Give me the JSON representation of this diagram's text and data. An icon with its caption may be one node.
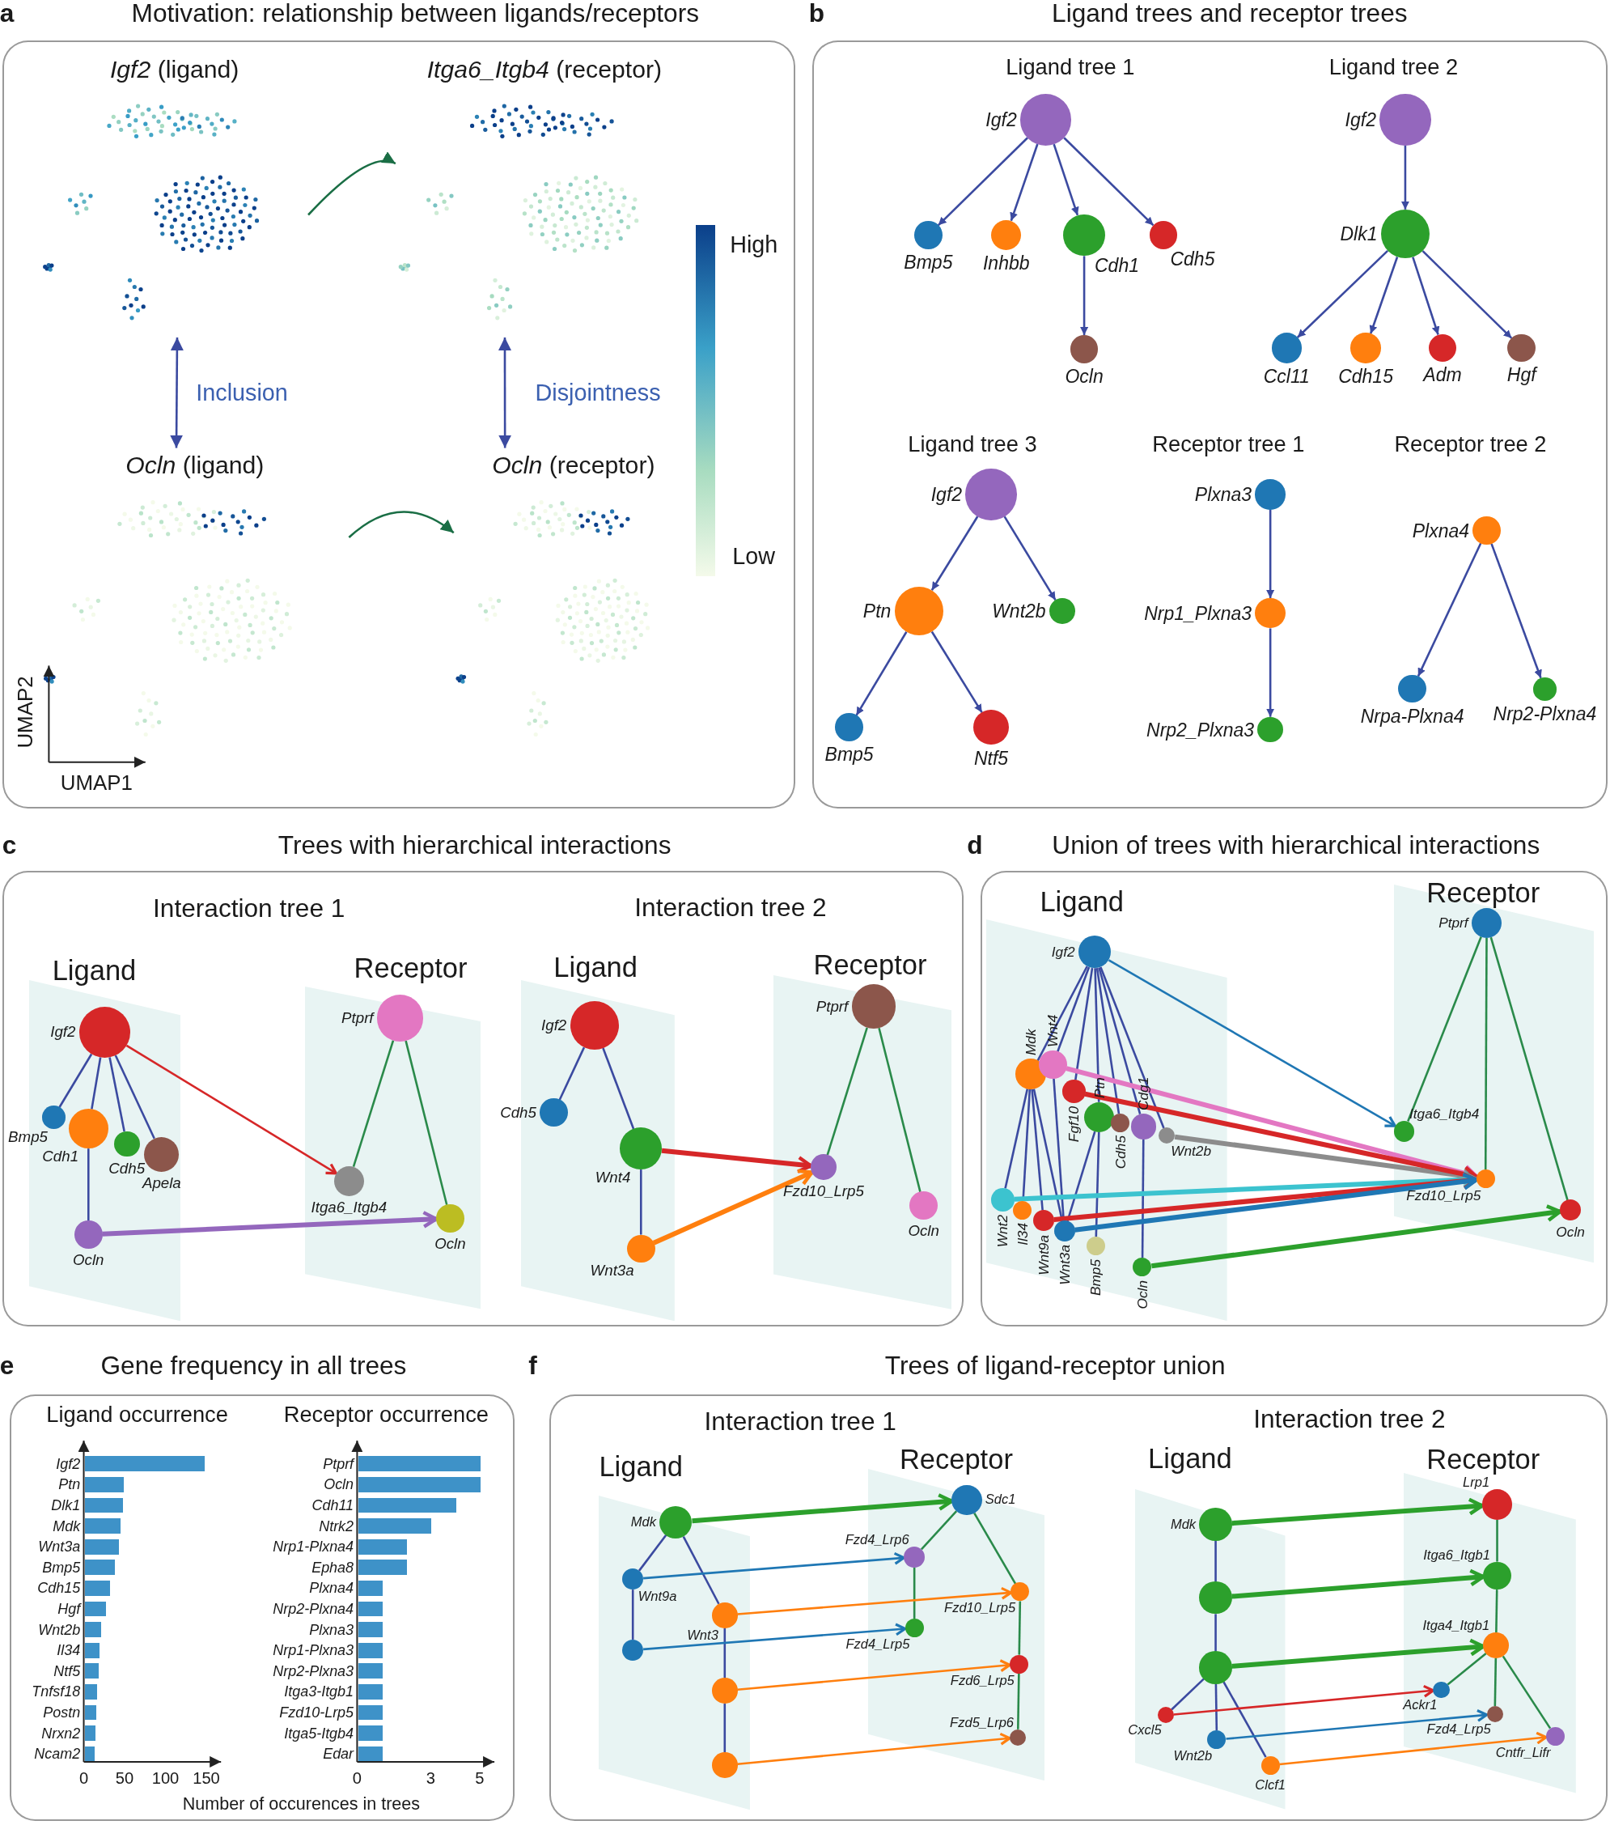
{
  "diagram": {
    "nodes": [
      {
        "text": [
          "Motivation: relationship between ligands/receptors"
        ]
      },
      {
        "text": [
          "*Igf2* (ligand)"
        ],
        "in": 0
      },
      {
        "text": [
          "*Itga6_Itgb4* (receptor)"
        ],
        "in": 0
      },
      {
        "text": [
          "*Ocln* (ligand)"
        ],
        "in": 0
      },
      {
        "text": [
          "*Ocln* (receptor)"
        ],
        "in": 0
      },
      {
        "text": [
          "Ligand trees and receptor trees"
        ]
      },
      {
        "text": [],
        "shape": "circle",
        "beside": [
          "Igf2"
        ],
        "in": 5
      },
      {
        "text": [],
        "shape": "circle",
        "beside": [
          "Bmp5"
        ],
        "in": 5
      },
      {
        "text": [],
        "shape": "circle",
        "beside": [
          "Inhbb"
        ],
        "in": 5
      },
      {
        "text": [],
        "shape": "circle",
        "beside": [
          "Cdh1"
        ],
        "in": 5
      },
      {
        "text": [],
        "shape": "circle",
        "beside": [
          "Cdh5"
        ],
        "in": 5
      },
      {
        "text": [],
        "shape": "circle",
        "beside": [
          "Ocln"
        ],
        "in": 5
      },
      {
        "text": [],
        "shape": "circle",
        "beside": [
          "Igf2"
        ],
        "in": 5
      },
      {
        "text": [],
        "shape": "circle",
        "beside": [
          "Dlk1"
        ],
        "in": 5
      },
      {
        "text": [],
        "shape": "circle",
        "beside": [
          "Ccl11"
        ],
        "in": 5
      },
      {
        "text": [],
        "shape": "circle",
        "beside": [
          "Cdh15"
        ],
        "in": 5
      },
      {
        "text": [],
        "shape": "circle",
        "beside": [
          "Adm"
        ],
        "in": 5
      },
      {
        "text": [],
        "shape": "circle",
        "beside": [
          "Hgf"
        ],
        "in": 5
      },
      {
        "text": [],
        "shape": "circle",
        "beside": [
          "Igf2"
        ],
        "in": 5
      },
      {
        "text": [],
        "shape": "circle",
        "beside": [
          "Ptn"
        ],
        "in": 5
      },
      {
        "text": [],
        "shape": "circle",
        "beside": [
          "Wnt2b"
        ],
        "in": 5
      },
      {
        "text": [],
        "shape": "circle",
        "beside": [
          "Bmp5"
        ],
        "in": 5
      },
      {
        "text": [],
        "shape": "circle",
        "beside": [
          "Ntf5"
        ],
        "in": 5
      },
      {
        "text": [],
        "shape": "circle",
        "beside": [
          "Plxna3"
        ],
        "in": 5
      },
      {
        "text": [],
        "shape": "circle",
        "beside": [
          "Nrp1_Plxna3"
        ],
        "in": 5
      },
      {
        "text": [],
        "shape": "circle",
        "beside": [
          "Nrp2_Plxna3"
        ],
        "in": 5
      },
      {
        "text": [],
        "shape": "circle",
        "beside": [
          "Plxna4"
        ],
        "in": 5
      },
      {
        "text": [],
        "shape": "circle",
        "beside": [
          "Nrpa-Plxna4"
        ],
        "in": 5
      },
      {
        "text": [],
        "shape": "circle",
        "beside": [
          "Nrp2-Plxna4"
        ],
        "in": 5
      },
      {
        "text": [
          "Trees with hierarchical interactions"
        ]
      },
      {
        "text": [
          "Ligand"
        ],
        "in": 29
      },
      {
        "text": [
          "Receptor"
        ],
        "in": 29
      },
      {
        "text": [
          "Ligand"
        ],
        "in": 29
      },
      {
        "text": [
          "Receptor"
        ],
        "in": 29
      },
      {
        "text": [],
        "shape": "circle",
        "beside": [
          "Igf2"
        ],
        "in": 30
      },
      {
        "text": [],
        "shape": "circle",
        "beside": [
          "Bmp5"
        ],
        "in": 30
      },
      {
        "text": [],
        "shape": "circle",
        "beside": [
          "Cdh1"
        ],
        "in": 30
      },
      {
        "text": [],
        "shape": "circle",
        "beside": [
          "Cdh5"
        ],
        "in": 30
      },
      {
        "text": [],
        "shape": "circle",
        "beside": [
          "Apela"
        ],
        "in": 30
      },
      {
        "text": [],
        "shape": "circle",
        "beside": [
          "Ocln"
        ],
        "in": 30
      },
      {
        "text": [],
        "shape": "circle",
        "beside": [
          "Ptprf"
        ],
        "in": 31
      },
      {
        "text": [],
        "shape": "circle",
        "beside": [
          "Itga6_Itgb4"
        ],
        "in": 31
      },
      {
        "text": [],
        "shape": "circle",
        "beside": [
          "Ocln"
        ],
        "in": 31
      },
      {
        "text": [],
        "shape": "circle",
        "beside": [
          "Igf2"
        ],
        "in": 32
      },
      {
        "text": [],
        "shape": "circle",
        "beside": [
          "Cdh5"
        ],
        "in": 32
      },
      {
        "text": [],
        "shape": "circle",
        "beside": [
          "Wnt4"
        ],
        "in": 32
      },
      {
        "text": [],
        "shape": "circle",
        "beside": [
          "Wnt3a"
        ],
        "in": 32
      },
      {
        "text": [],
        "shape": "circle",
        "beside": [
          "Ptprf"
        ],
        "in": 33
      },
      {
        "text": [],
        "shape": "circle",
        "beside": [
          "Fzd10_Lrp5"
        ],
        "in": 33
      },
      {
        "text": [],
        "shape": "circle",
        "beside": [
          "Ocln"
        ],
        "in": 33
      },
      {
        "text": [
          "Union of trees with hierarchical interactions"
        ]
      },
      {
        "text": [
          "Ligand"
        ],
        "in": 50
      },
      {
        "text": [
          "Receptor"
        ],
        "in": 50
      },
      {
        "text": [],
        "shape": "circle",
        "beside": [
          "Igf2"
        ],
        "in": 51
      },
      {
        "text": [],
        "shape": "circle",
        "beside": [
          "Mdk"
        ],
        "in": 51
      },
      {
        "text": [],
        "shape": "circle",
        "beside": [
          "Wnt4"
        ],
        "in": 51
      },
      {
        "text": [],
        "shape": "circle",
        "beside": [
          "Fgf10"
        ],
        "in": 51
      },
      {
        "text": [],
        "shape": "circle",
        "beside": [
          "Ptn"
        ],
        "in": 51
      },
      {
        "text": [],
        "shape": "circle",
        "beside": [
          "Cdh5"
        ],
        "in": 51
      },
      {
        "text": [],
        "shape": "circle",
        "beside": [
          "Cdg1"
        ],
        "in": 51
      },
      {
        "text": [],
        "shape": "circle",
        "beside": [
          "Wnt2b"
        ],
        "in": 51
      },
      {
        "text": [],
        "shape": "circle",
        "beside": [
          "Wnt2"
        ],
        "in": 51
      },
      {
        "text": [],
        "shape": "circle",
        "beside": [
          "Il34"
        ],
        "in": 51
      },
      {
        "text": [],
        "shape": "circle",
        "beside": [
          "Wnt9a"
        ],
        "in": 51
      },
      {
        "text": [],
        "shape": "circle",
        "beside": [
          "Wnt3a"
        ],
        "in": 51
      },
      {
        "text": [],
        "shape": "circle",
        "beside": [
          "Bmp5"
        ],
        "in": 51
      },
      {
        "text": [],
        "shape": "circle",
        "beside": [
          "Ocln"
        ],
        "in": 51
      },
      {
        "text": [],
        "shape": "circle",
        "beside": [
          "Ptprf"
        ],
        "in": 52
      },
      {
        "text": [],
        "shape": "circle",
        "beside": [
          "Itga6_Itgb4"
        ],
        "in": 52
      },
      {
        "text": [],
        "shape": "circle",
        "beside": [
          "Fzd10_Lrp5"
        ],
        "in": 52
      },
      {
        "text": [],
        "shape": "circle",
        "beside": [
          "Ocln"
        ],
        "in": 52
      },
      {
        "text": [
          "Gene frequency in all trees"
        ]
      },
      {
        "text": [
          "Trees of ligand-receptor union"
        ]
      },
      {
        "text": [
          "Ligand"
        ],
        "in": 72
      },
      {
        "text": [
          "Receptor"
        ],
        "in": 72
      },
      {
        "text": [
          "Ligand"
        ],
        "in": 72
      },
      {
        "text": [
          "Receptor"
        ],
        "in": 72
      },
      {
        "text": [],
        "shape": "circle",
        "beside": [
          "Mdk"
        ],
        "in": 73
      },
      {
        "text": [],
        "shape": "circle",
        "beside": [
          "Wnt9a"
        ],
        "in": 73
      },
      {
        "text": [],
        "shape": "circle",
        "beside": [
          "Wnt3"
        ],
        "in": 73
      },
      {
        "text": [],
        "shape": "circle",
        "in": 73
      },
      {
        "text": [],
        "shape": "circle",
        "in": 73
      },
      {
        "text": [],
        "shape": "circle",
        "in": 73
      },
      {
        "text": [],
        "shape": "circle",
        "beside": [
          "Sdc1"
        ],
        "in": 74
      },
      {
        "text": [],
        "shape": "circle",
        "beside": [
          "Fzd4_Lrp6"
        ],
        "in": 74
      },
      {
        "text": [],
        "shape": "circle",
        "beside": [
          "Fzd10_Lrp5"
        ],
        "in": 74
      },
      {
        "text": [],
        "shape": "circle",
        "beside": [
          "Fzd4_Lrp5"
        ],
        "in": 74
      },
      {
        "text": [],
        "shape": "circle",
        "beside": [
          "Fzd6_Lrp5"
        ],
        "in": 74
      },
      {
        "text": [],
        "shape": "circle",
        "beside": [
          "Fzd5_Lrp6"
        ],
        "in": 74
      },
      {
        "text": [],
        "shape": "circle",
        "beside": [
          "Mdk"
        ],
        "in": 75
      },
      {
        "text": [],
        "shape": "circle",
        "in": 75
      },
      {
        "text": [],
        "shape": "circle",
        "in": 75
      },
      {
        "text": [],
        "shape": "circle",
        "beside": [
          "Cxcl5"
        ],
        "in": 75
      },
      {
        "text": [],
        "shape": "circle",
        "beside": [
          "Wnt2b"
        ],
        "in": 75
      },
      {
        "text": [],
        "shape": "circle",
        "beside": [
          "Clcf1"
        ],
        "in": 75
      },
      {
        "text": [],
        "shape": "circle",
        "beside": [
          "Lrp1"
        ],
        "in": 76
      },
      {
        "text": [],
        "shape": "circle",
        "beside": [
          "Itga6_Itgb1"
        ],
        "in": 76
      },
      {
        "text": [],
        "shape": "circle",
        "beside": [
          "Itga4_Itgb1"
        ],
        "in": 76
      },
      {
        "text": [],
        "shape": "circle",
        "beside": [
          "Ackr1"
        ],
        "in": 76
      },
      {
        "text": [],
        "shape": "circle",
        "beside": [
          "Fzd4_Lrp5"
        ],
        "in": 76
      },
      {
        "text": [],
        "shape": "circle",
        "beside": [
          "Cntfr_Lifr"
        ],
        "in": 76
      }
    ],
    "edges": [
      {
        "from": 1,
        "to": 2,
        "arrow": "to",
        "color": "#1a6e45"
      },
      {
        "from": 3,
        "to": 4,
        "arrow": "to",
        "color": "#1a6e45"
      },
      {
        "from": 1,
        "to": 3,
        "arrow": "both",
        "label": "Inclusion"
      },
      {
        "from": 2,
        "to": 4,
        "arrow": "both",
        "label": "Disjointness"
      },
      {
        "from": 6,
        "to": 7,
        "arrow": "to"
      },
      {
        "from": 6,
        "to": 8,
        "arrow": "to"
      },
      {
        "from": 6,
        "to": 9,
        "arrow": "to"
      },
      {
        "from": 6,
        "to": 10,
        "arrow": "to"
      },
      {
        "from": 9,
        "to": 11,
        "arrow": "to"
      },
      {
        "from": 12,
        "to": 13,
        "arrow": "to"
      },
      {
        "from": 13,
        "to": 14,
        "arrow": "to"
      },
      {
        "from": 13,
        "to": 15,
        "arrow": "to"
      },
      {
        "from": 13,
        "to": 16,
        "arrow": "to"
      },
      {
        "from": 13,
        "to": 17,
        "arrow": "to"
      },
      {
        "from": 18,
        "to": 19,
        "arrow": "to"
      },
      {
        "from": 18,
        "to": 20,
        "arrow": "to"
      },
      {
        "from": 19,
        "to": 21,
        "arrow": "to"
      },
      {
        "from": 19,
        "to": 22,
        "arrow": "to"
      },
      {
        "from": 23,
        "to": 24,
        "arrow": "to"
      },
      {
        "from": 24,
        "to": 25,
        "arrow": "to"
      },
      {
        "from": 26,
        "to": 27,
        "arrow": "to"
      },
      {
        "from": 26,
        "to": 28,
        "arrow": "to"
      },
      {
        "from": 34,
        "to": 35,
        "arrow": "none"
      },
      {
        "from": 34,
        "to": 36,
        "arrow": "none"
      },
      {
        "from": 34,
        "to": 37,
        "arrow": "none"
      },
      {
        "from": 34,
        "to": 38,
        "arrow": "none"
      },
      {
        "from": 36,
        "to": 39,
        "arrow": "none"
      },
      {
        "from": 40,
        "to": 41,
        "arrow": "none",
        "color": "#2a8a4a"
      },
      {
        "from": 40,
        "to": 42,
        "arrow": "none",
        "color": "#2a8a4a"
      },
      {
        "from": 34,
        "to": 41,
        "arrow": "to",
        "color": "#d62728"
      },
      {
        "from": 39,
        "to": 42,
        "arrow": "to",
        "style": "thick",
        "color": "#9467bd"
      },
      {
        "from": 43,
        "to": 44,
        "arrow": "none"
      },
      {
        "from": 43,
        "to": 45,
        "arrow": "none"
      },
      {
        "from": 45,
        "to": 46,
        "arrow": "none"
      },
      {
        "from": 47,
        "to": 48,
        "arrow": "none",
        "color": "#2a8a4a"
      },
      {
        "from": 47,
        "to": 49,
        "arrow": "none",
        "color": "#2a8a4a"
      },
      {
        "from": 45,
        "to": 48,
        "arrow": "to",
        "style": "thick",
        "color": "#d62728"
      },
      {
        "from": 46,
        "to": 48,
        "arrow": "to",
        "style": "thick",
        "color": "#ff7f0e"
      },
      {
        "from": 53,
        "to": 54,
        "arrow": "none"
      },
      {
        "from": 53,
        "to": 55,
        "arrow": "none"
      },
      {
        "from": 53,
        "to": 56,
        "arrow": "none"
      },
      {
        "from": 53,
        "to": 57,
        "arrow": "none"
      },
      {
        "from": 53,
        "to": 58,
        "arrow": "none"
      },
      {
        "from": 53,
        "to": 59,
        "arrow": "none"
      },
      {
        "from": 53,
        "to": 60,
        "arrow": "none"
      },
      {
        "from": 54,
        "to": 61,
        "arrow": "none"
      },
      {
        "from": 54,
        "to": 62,
        "arrow": "none"
      },
      {
        "from": 54,
        "to": 63,
        "arrow": "none"
      },
      {
        "from": 54,
        "to": 64,
        "arrow": "none"
      },
      {
        "from": 55,
        "to": 64,
        "arrow": "none"
      },
      {
        "from": 57,
        "to": 64,
        "arrow": "none"
      },
      {
        "from": 57,
        "to": 65,
        "arrow": "none"
      },
      {
        "from": 59,
        "to": 66,
        "arrow": "none"
      },
      {
        "from": 67,
        "to": 68,
        "arrow": "none",
        "color": "#2a8a4a"
      },
      {
        "from": 67,
        "to": 69,
        "arrow": "none",
        "color": "#2a8a4a"
      },
      {
        "from": 67,
        "to": 70,
        "arrow": "none",
        "color": "#2a8a4a"
      },
      {
        "from": 53,
        "to": 68,
        "arrow": "to",
        "color": "#1f77b4"
      },
      {
        "from": 55,
        "to": 69,
        "arrow": "to",
        "style": "thick",
        "color": "#e377c2"
      },
      {
        "from": 60,
        "to": 69,
        "arrow": "to",
        "style": "thick",
        "color": "#8c8c8c"
      },
      {
        "from": 56,
        "to": 69,
        "arrow": "to",
        "style": "thick",
        "color": "#d62728"
      },
      {
        "from": 61,
        "to": 69,
        "arrow": "to",
        "style": "thick",
        "color": "#3cc3cf"
      },
      {
        "from": 63,
        "to": 69,
        "arrow": "to",
        "style": "thick",
        "color": "#d62728"
      },
      {
        "from": 64,
        "to": 69,
        "arrow": "to",
        "style": "thick",
        "color": "#1f77b4"
      },
      {
        "from": 66,
        "to": 70,
        "arrow": "to",
        "style": "thick",
        "color": "#2ca02c"
      },
      {
        "from": 77,
        "to": 78,
        "arrow": "none"
      },
      {
        "from": 77,
        "to": 79,
        "arrow": "none"
      },
      {
        "from": 78,
        "to": 80,
        "arrow": "none"
      },
      {
        "from": 79,
        "to": 81,
        "arrow": "none"
      },
      {
        "from": 81,
        "to": 82,
        "arrow": "none"
      },
      {
        "from": 83,
        "to": 84,
        "arrow": "none",
        "color": "#2a8a4a"
      },
      {
        "from": 83,
        "to": 85,
        "arrow": "none",
        "color": "#2a8a4a"
      },
      {
        "from": 84,
        "to": 86,
        "arrow": "none",
        "color": "#2a8a4a"
      },
      {
        "from": 85,
        "to": 87,
        "arrow": "none",
        "color": "#2a8a4a"
      },
      {
        "from": 87,
        "to": 88,
        "arrow": "none",
        "color": "#2a8a4a"
      },
      {
        "from": 77,
        "to": 83,
        "arrow": "to",
        "style": "thick",
        "color": "#2ca02c"
      },
      {
        "from": 78,
        "to": 84,
        "arrow": "to",
        "color": "#1f77b4"
      },
      {
        "from": 79,
        "to": 85,
        "arrow": "to",
        "color": "#ff7f0e"
      },
      {
        "from": 80,
        "to": 86,
        "arrow": "to",
        "color": "#1f77b4"
      },
      {
        "from": 81,
        "to": 87,
        "arrow": "to",
        "color": "#ff7f0e"
      },
      {
        "from": 82,
        "to": 88,
        "arrow": "to",
        "color": "#ff7f0e"
      },
      {
        "from": 89,
        "to": 90,
        "arrow": "none"
      },
      {
        "from": 90,
        "to": 91,
        "arrow": "none"
      },
      {
        "from": 91,
        "to": 92,
        "arrow": "none"
      },
      {
        "from": 91,
        "to": 93,
        "arrow": "none"
      },
      {
        "from": 91,
        "to": 94,
        "arrow": "none"
      },
      {
        "from": 95,
        "to": 96,
        "arrow": "none",
        "color": "#2a8a4a"
      },
      {
        "from": 96,
        "to": 97,
        "arrow": "none",
        "color": "#2a8a4a"
      },
      {
        "from": 97,
        "to": 98,
        "arrow": "none",
        "color": "#2a8a4a"
      },
      {
        "from": 97,
        "to": 99,
        "arrow": "none",
        "color": "#2a8a4a"
      },
      {
        "from": 97,
        "to": 100,
        "arrow": "none",
        "color": "#2a8a4a"
      },
      {
        "from": 89,
        "to": 95,
        "arrow": "to",
        "style": "thick",
        "color": "#2ca02c"
      },
      {
        "from": 90,
        "to": 96,
        "arrow": "to",
        "style": "thick",
        "color": "#2ca02c"
      },
      {
        "from": 91,
        "to": 97,
        "arrow": "to",
        "style": "thick",
        "color": "#2ca02c"
      },
      {
        "from": 92,
        "to": 98,
        "arrow": "to",
        "color": "#d62728"
      },
      {
        "from": 93,
        "to": 99,
        "arrow": "to",
        "color": "#1f77b4"
      },
      {
        "from": 94,
        "to": 100,
        "arrow": "to",
        "color": "#ff7f0e"
      }
    ],
    "labels": [
      "a",
      "b",
      "Ligand tree 1",
      "Ligand tree 2",
      "Ligand tree 3",
      "Receptor tree 1",
      "Receptor tree 2",
      "High",
      "Low",
      "UMAP2",
      "UMAP1",
      "c",
      "d",
      "Interaction tree 1",
      "Interaction tree 2",
      "e",
      "f",
      "Interaction tree 1",
      "Interaction tree 2",
      "Number of occurences in trees"
    ],
    "chart_data": [
      {
        "type": "bar",
        "orientation": "horizontal",
        "title": "Ligand occurrence",
        "categories": [
          "Igf2",
          "Ptn",
          "Dlk1",
          "Mdk",
          "Wnt3a",
          "Bmp5",
          "Cdh15",
          "Hgf",
          "Wnt2b",
          "Il34",
          "Ntf5",
          "Tnfsf18",
          "Postn",
          "Nrxn2",
          "Ncam2"
        ],
        "values": [
          147,
          48,
          47,
          44,
          42,
          37,
          31,
          26,
          20,
          18,
          17,
          15,
          14,
          13,
          12
        ],
        "xlim": [
          0,
          168
        ],
        "xticks": [
          0,
          50,
          100,
          150
        ]
      },
      {
        "type": "bar",
        "orientation": "horizontal",
        "title": "Receptor occurrence",
        "categories": [
          "Ptprf",
          "Ocln",
          "Cdh11",
          "Ntrk2",
          "Nrp1-Plxna4",
          "Epha8",
          "Plxna4",
          "Nrp2-Plxna4",
          "Plxna3",
          "Nrp1-Plxna3",
          "Nrp2-Plxna3",
          "Itga3-Itgb1",
          "Fzd10-Lrp5",
          "Itga5-Itgb4",
          "Edar"
        ],
        "values": [
          5,
          5,
          4,
          3,
          2,
          2,
          1,
          1,
          1,
          1,
          1,
          1,
          1,
          1,
          1
        ],
        "xlim": [
          0,
          5.6
        ],
        "xticks": [
          0,
          3,
          5
        ]
      }
    ]
  }
}
